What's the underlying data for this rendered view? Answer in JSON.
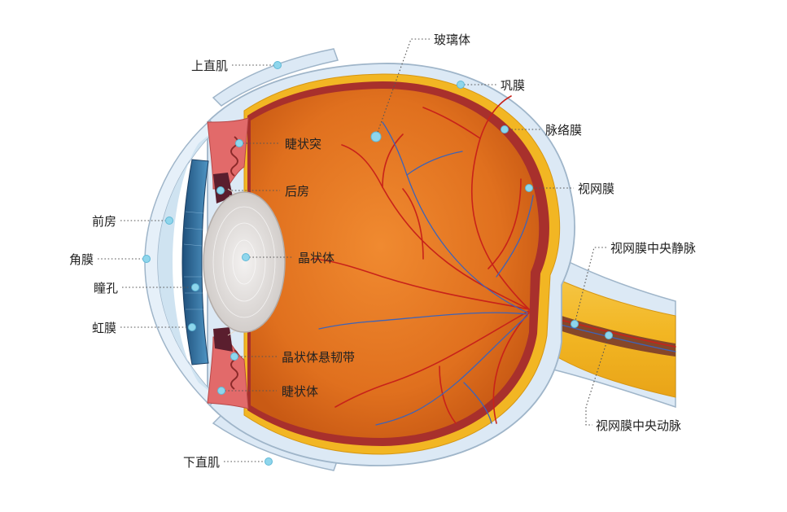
{
  "labels": {
    "superior_rectus": "上直肌",
    "vitreous": "玻璃体",
    "sclera": "巩膜",
    "choroid": "脉络膜",
    "retina": "视网膜",
    "central_vein": "视网膜中央静脉",
    "central_artery": "视网膜中央动脉",
    "ciliary_process": "睫状突",
    "posterior_chamber": "后房",
    "lens": "晶状体",
    "zonule": "晶状体悬韧带",
    "ciliary_body": "睫状体",
    "anterior_chamber": "前房",
    "cornea": "角膜",
    "pupil": "瞳孔",
    "iris": "虹膜",
    "inferior_rectus": "下直肌"
  },
  "colors": {
    "vitreous": "#e0701e",
    "sclera": "#dce9f5",
    "choroid": "#f2b623",
    "retina": "#a8302c",
    "lens": "#e6e3e1",
    "iris": "#2d6fa0",
    "vessel_artery": "#c8221a",
    "vessel_vein": "#3d63b8",
    "marker": "#8fd6ec"
  }
}
